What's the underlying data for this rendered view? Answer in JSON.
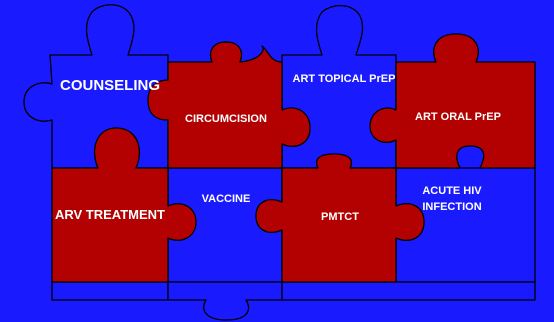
{
  "colors": {
    "background": "#1a1aff",
    "blue_piece": "#1a1aff",
    "red_piece": "#b30000",
    "outline": "#000000",
    "text": "#ffffff"
  },
  "pieces": {
    "counseling": "COUNSELING",
    "circumcision": "CIRCUMCISION",
    "art_topical_prep": "ART TOPICAL PrEP",
    "art_oral_prep": "ART ORAL PrEP",
    "arv_treatment": "ARV TREATMENT",
    "vaccine": "VACCINE",
    "pmtct": "PMTCT",
    "acute_hiv_line1": "ACUTE HIV",
    "acute_hiv_line2": "INFECTION"
  }
}
